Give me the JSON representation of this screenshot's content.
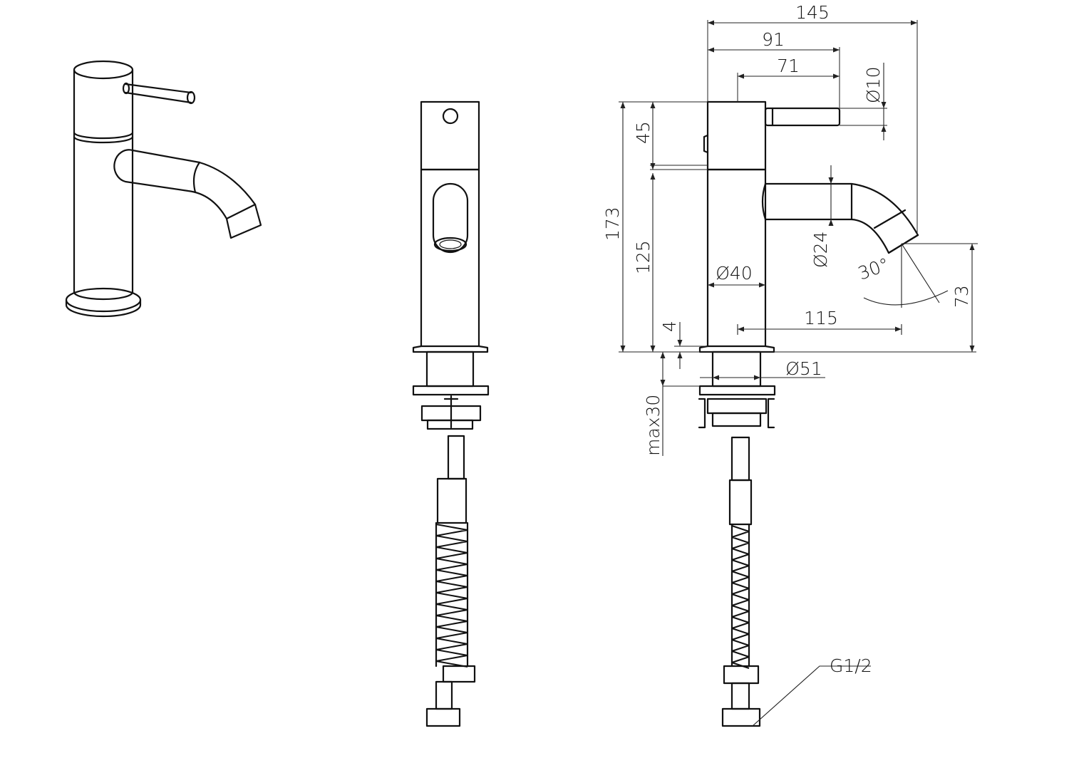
{
  "colors": {
    "line": "#111111",
    "background": "#ffffff"
  },
  "dimensions": {
    "overall_width": "145",
    "handle_span": "91",
    "lever_length": "71",
    "lever_diameter": "Ø10",
    "total_height": "173",
    "head_height": "45",
    "body_height": "125",
    "spout_diameter": "Ø24",
    "body_diameter": "Ø40",
    "spout_angle": "30°",
    "spout_height": "73",
    "spout_reach": "115",
    "base_thickness": "4",
    "base_diameter": "Ø51",
    "max_deck_thickness": "max30",
    "connection_thread": "G1/2"
  }
}
